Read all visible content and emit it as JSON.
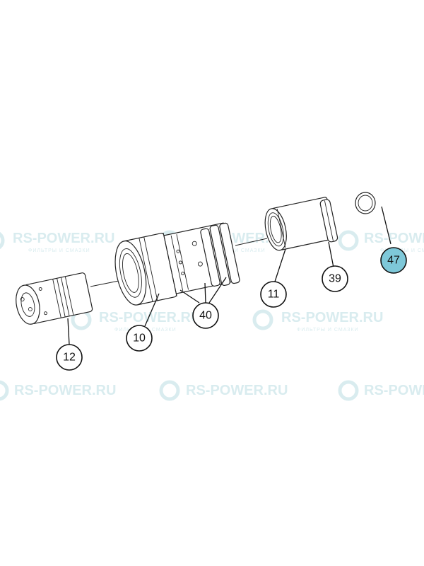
{
  "watermark": {
    "title": "RS-POWER.RU",
    "subtitle": "ФИЛЬТРЫ И СМАЗКИ"
  },
  "callouts": [
    {
      "label": "47",
      "highlighted": true
    },
    {
      "label": "39",
      "highlighted": false
    },
    {
      "label": "11",
      "highlighted": false
    },
    {
      "label": "40",
      "highlighted": false
    },
    {
      "label": "10",
      "highlighted": false
    },
    {
      "label": "12",
      "highlighted": false
    }
  ],
  "colors": {
    "highlight": "#7ec8d9",
    "watermark": "#d9ecef",
    "line": "#222222"
  }
}
